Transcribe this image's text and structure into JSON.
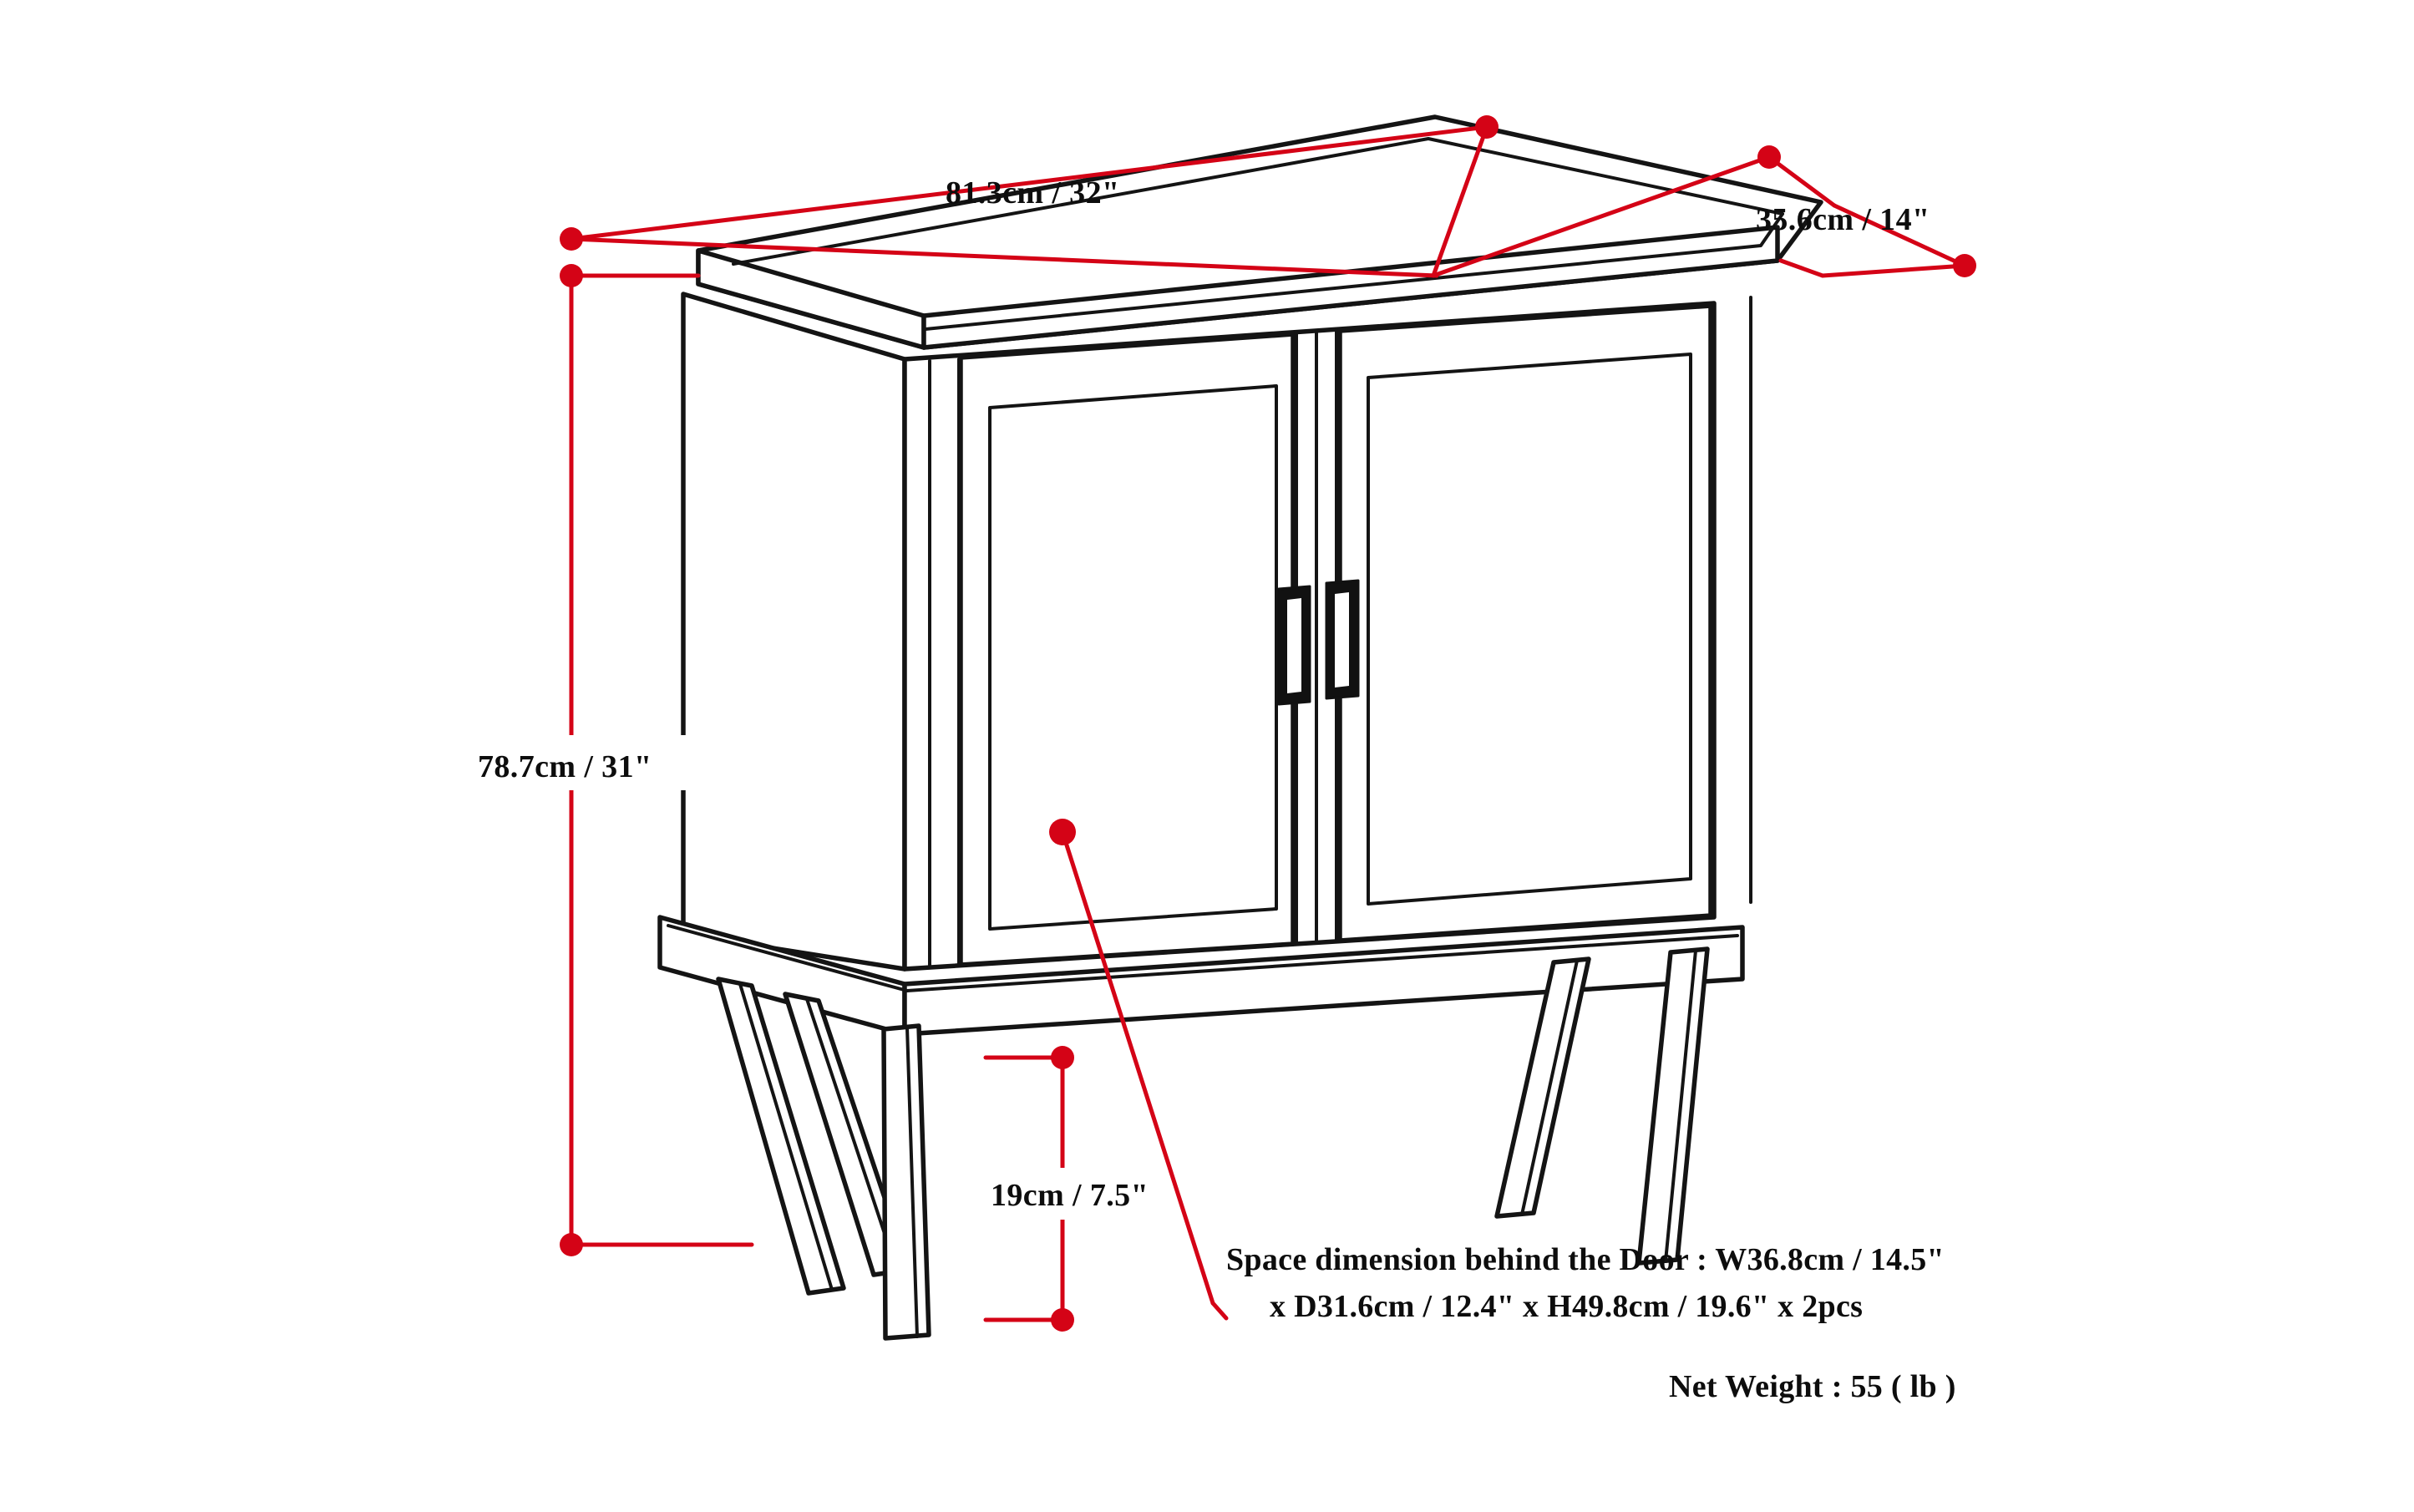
{
  "diagram": {
    "title": "Mid-century two-door storage cabinet dimension drawing",
    "product": "Two-door sideboard cabinet with splayed tapered legs",
    "accent_color": "#d40316",
    "line_color": "#141414",
    "background_color": "#ffffff",
    "view": "three-quarter perspective line drawing"
  },
  "dimensions": {
    "width": {
      "label": "81.3cm / 32\"",
      "axis": "width",
      "cm": 81.3,
      "inch": 32
    },
    "depth": {
      "label": "35.6cm / 14\"",
      "axis": "depth",
      "cm": 35.6,
      "inch": 14
    },
    "height": {
      "label": "78.7cm / 31\"",
      "axis": "height",
      "cm": 78.7,
      "inch": 31
    },
    "leg_height": {
      "label": "19cm / 7.5\"",
      "axis": "leg-clearance",
      "cm": 19,
      "inch": 7.5
    }
  },
  "notes": {
    "space_line_1": "Space dimension behind the Door  : W36.8cm / 14.5\"",
    "space_line_2": "x D31.6cm / 12.4\" x H49.8cm / 19.6\" x 2pcs",
    "net_weight": "Net Weight : 55 ( lb )"
  },
  "parts": {
    "top_panel": "cabinet-top",
    "left_door": "left-door",
    "right_door": "right-door",
    "left_handle": "left-door-handle",
    "right_handle": "right-door-handle",
    "base_plinth": "base-plinth",
    "legs": [
      "front-left-leg",
      "front-right-leg",
      "rear-left-leg",
      "rear-right-leg"
    ]
  }
}
